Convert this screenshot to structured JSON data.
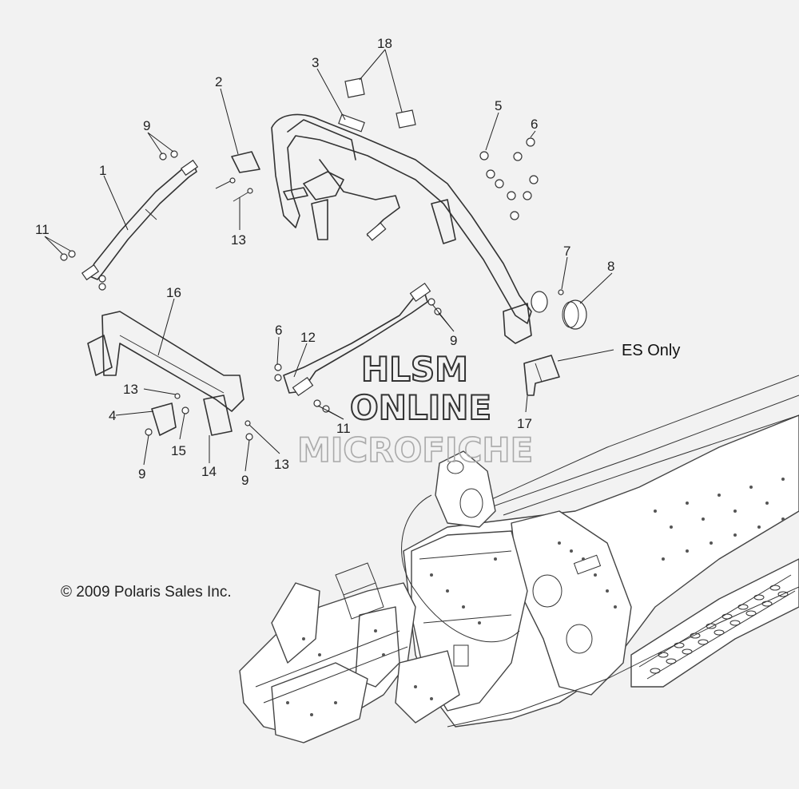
{
  "callouts": [
    {
      "label": "18"
    },
    {
      "label": "3"
    },
    {
      "label": "2"
    },
    {
      "label": "5"
    },
    {
      "label": "6"
    },
    {
      "label": "9"
    },
    {
      "label": "1"
    },
    {
      "label": "13"
    },
    {
      "label": "11"
    },
    {
      "label": "7"
    },
    {
      "label": "8"
    },
    {
      "label": "16"
    },
    {
      "label": "6"
    },
    {
      "label": "12"
    },
    {
      "label": "9"
    },
    {
      "label": "13"
    },
    {
      "label": "4"
    },
    {
      "label": "15"
    },
    {
      "label": "9"
    },
    {
      "label": "14"
    },
    {
      "label": "9"
    },
    {
      "label": "13"
    },
    {
      "label": "11"
    },
    {
      "label": "17"
    }
  ],
  "es_note": "ES Only",
  "copyright": "© 2009 Polaris Sales Inc.",
  "watermark": {
    "line1": "HLSM",
    "line2": "ONLINE",
    "line3": "MICROFICHE"
  }
}
